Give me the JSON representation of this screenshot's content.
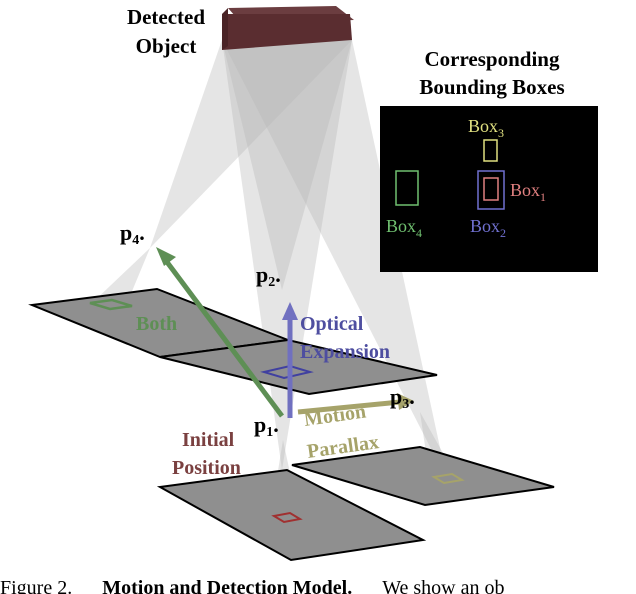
{
  "colors": {
    "object_top": "#6b3d40",
    "object_side": "#4a2326",
    "frustum": "#b5b5b5",
    "image_plane": "#8f8f8f",
    "inset_bg": "#000000",
    "both": "#5e8f55",
    "optical_expansion": "#6a6ab0",
    "motion_parallax": "#a6a36a",
    "initial_position": "#7a4040",
    "box1": "#e08080",
    "box2": "#7070d0",
    "box3": "#e0e080",
    "box4": "#70c070"
  },
  "labels": {
    "object_line1": "Detected",
    "object_line2": "Object",
    "inset_title_line1": "Corresponding",
    "inset_title_line2": "Bounding Boxes",
    "box_word": "Box",
    "box1_sub": "1",
    "box2_sub": "2",
    "box3_sub": "3",
    "box4_sub": "4",
    "p_letter": "p",
    "p1_sub": "1",
    "p2_sub": "2",
    "p3_sub": "3",
    "p4_sub": "4",
    "dot": ".",
    "both": "Both",
    "optical": "Optical",
    "expansion": "Expansion",
    "motion": "Motion",
    "parallax": "Parallax",
    "initial": "Initial",
    "position": "Position"
  },
  "caption": {
    "prefix": "Figure 2.",
    "bold": "Motion and Detection Model.",
    "rest": "We show an ob"
  }
}
